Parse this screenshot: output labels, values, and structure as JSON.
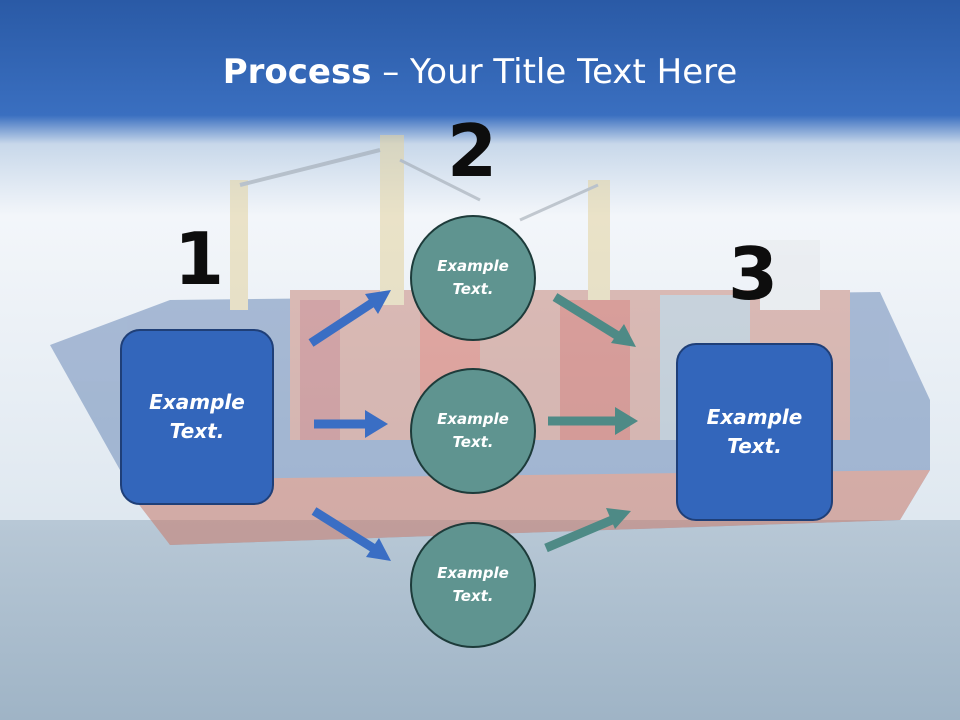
{
  "title": {
    "bold": "Process",
    "rest": " – Your Title Text Here"
  },
  "steps": [
    "1",
    "2",
    "3"
  ],
  "left_box": {
    "text": "Example Text."
  },
  "circles": [
    {
      "text": "Example Text."
    },
    {
      "text": "Example Text."
    },
    {
      "text": "Example Text."
    }
  ],
  "right_box": {
    "text": "Example Text."
  },
  "colors": {
    "header_blue": "#2f5fae",
    "box_fill": "#3366bb",
    "circle_fill": "#5f9490",
    "blue_arrow": "#3a6ec4",
    "teal_arrow": "#4e8a86"
  }
}
